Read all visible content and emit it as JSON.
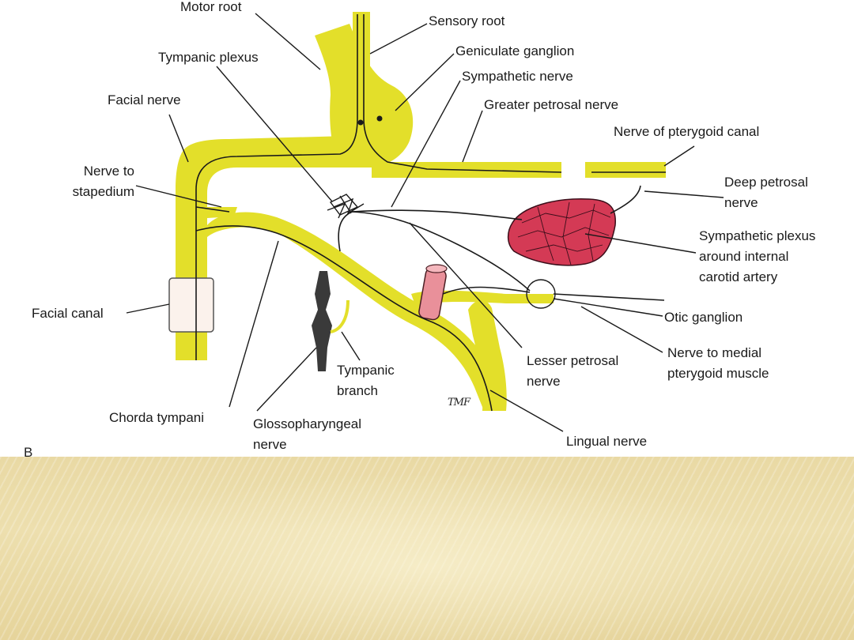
{
  "diagram": {
    "labels": {
      "motor_root": "Motor root",
      "sensory_root": "Sensory root",
      "tympanic_plexus": "Tympanic plexus",
      "geniculate_ganglion": "Geniculate ganglion",
      "sympathetic_nerve": "Sympathetic nerve",
      "facial_nerve": "Facial nerve",
      "greater_petrosal_nerve": "Greater petrosal nerve",
      "nerve_of_pterygoid_canal": "Nerve of pterygoid canal",
      "nerve_to_stapedium_1": "Nerve to",
      "nerve_to_stapedium_2": "stapedium",
      "deep_petrosal_nerve_1": "Deep petrosal",
      "deep_petrosal_nerve_2": "nerve",
      "sympathetic_plexus_1": "Sympathetic plexus",
      "sympathetic_plexus_2": "around internal",
      "sympathetic_plexus_3": "carotid artery",
      "facial_canal": "Facial canal",
      "otic_ganglion": "Otic ganglion",
      "nerve_to_medial_pterygoid_1": "Nerve to medial",
      "nerve_to_medial_pterygoid_2": "pterygoid muscle",
      "tympanic_branch_1": "Tympanic",
      "tympanic_branch_2": "branch",
      "lesser_petrosal_nerve_1": "Lesser petrosal",
      "lesser_petrosal_nerve_2": "nerve",
      "chorda_tympani": "Chorda tympani",
      "glossopharyngeal_nerve_1": "Glossopharyngeal",
      "glossopharyngeal_nerve_2": "nerve",
      "lingual_nerve": "Lingual nerve"
    },
    "artist_initials": "TMF",
    "figure_letter": "B"
  },
  "colors": {
    "nerve_yellow": "#e3df2a",
    "line": "#1a1a1a",
    "plexus_red": "#d43a55",
    "artery_pink": "#e9909a",
    "canal_sleeve": "#fbf2ec",
    "gland_dark": "#3a3a3a",
    "slide_gold": "#e8d7a0"
  }
}
